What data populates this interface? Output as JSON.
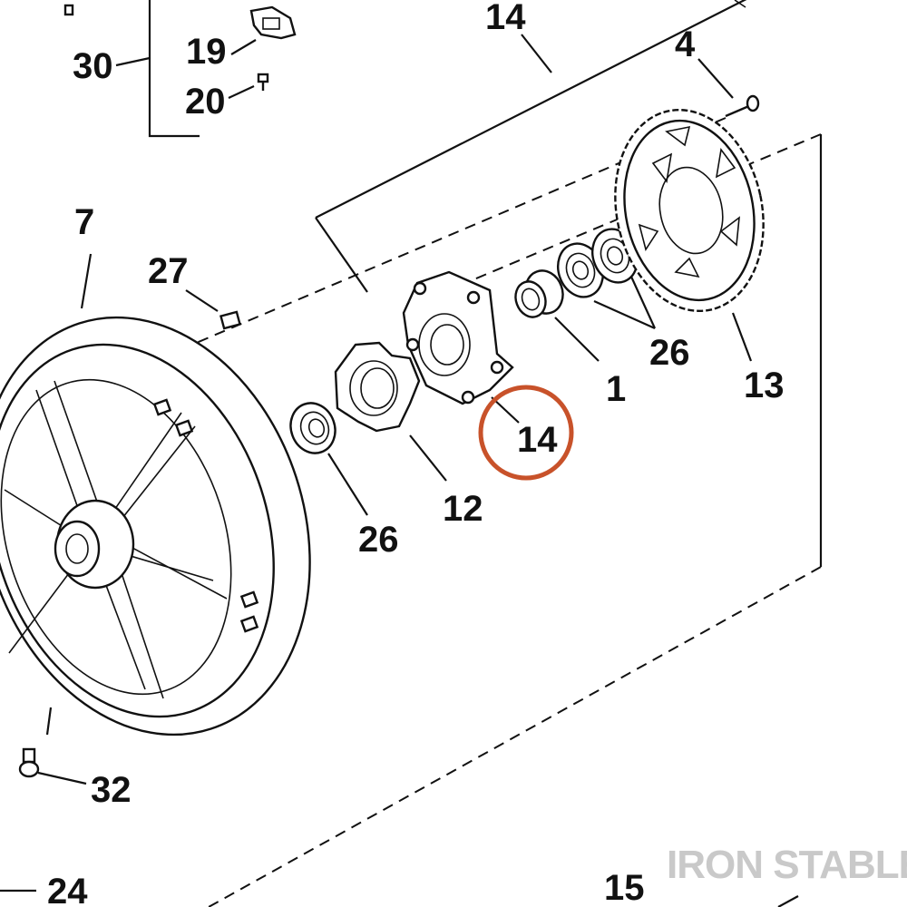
{
  "callouts": {
    "c1": "1",
    "c4": "4",
    "c7": "7",
    "c12": "12",
    "c13": "13",
    "c14_top": "14",
    "c14_circled": "14",
    "c15": "15",
    "c19": "19",
    "c20": "20",
    "c24": "24",
    "c26_right": "26",
    "c26_left": "26",
    "c27": "27",
    "c30": "30",
    "c32": "32"
  },
  "watermark": "IRON STABLE",
  "highlight_color": "#c8522a"
}
